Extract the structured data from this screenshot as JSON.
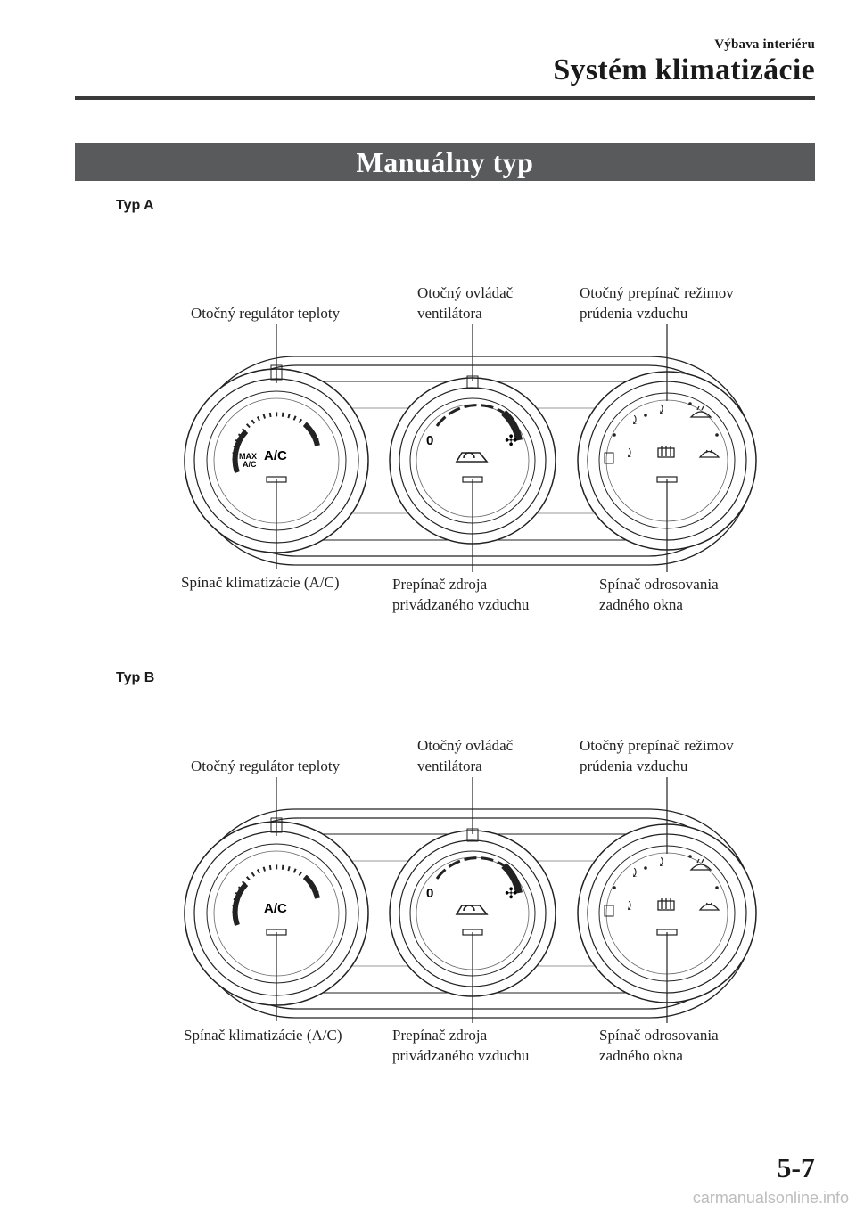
{
  "header": {
    "section": "Výbava interiéru",
    "title": "Systém klimatizácie"
  },
  "banner": "Manuálny typ",
  "typ_a": {
    "label": "Typ A",
    "temp_dial": "Otočný regulátor teploty",
    "fan_dial": [
      "Otočný ovládač",
      "ventilátora"
    ],
    "mode_dial": [
      "Otočný prepínač režimov",
      "prúdenia vzduchu"
    ],
    "ac_switch": "Spínač klimatizácie (A/C)",
    "recirc_switch": [
      "Prepínač zdroja",
      "privádzaného vzduchu"
    ],
    "defrost_switch": [
      "Spínač odrosovania",
      "zadného okna"
    ],
    "panel": {
      "ac_text": "A/C",
      "max_text": "MAX",
      "max_sub": "A/C",
      "fan_zero": "0"
    }
  },
  "typ_b": {
    "label": "Typ B",
    "temp_dial": "Otočný regulátor teploty",
    "fan_dial": [
      "Otočný ovládač",
      "ventilátora"
    ],
    "mode_dial": [
      "Otočný prepínač režimov",
      "prúdenia vzduchu"
    ],
    "ac_switch": "Spínač klimatizácie (A/C)",
    "recirc_switch": [
      "Prepínač zdroja",
      "privádzaného vzduchu"
    ],
    "defrost_switch": [
      "Spínač odrosovania",
      "zadného okna"
    ],
    "panel": {
      "ac_text": "A/C",
      "fan_zero": "0"
    }
  },
  "page_number": "5-7",
  "footer": "carmanualsonline.info"
}
